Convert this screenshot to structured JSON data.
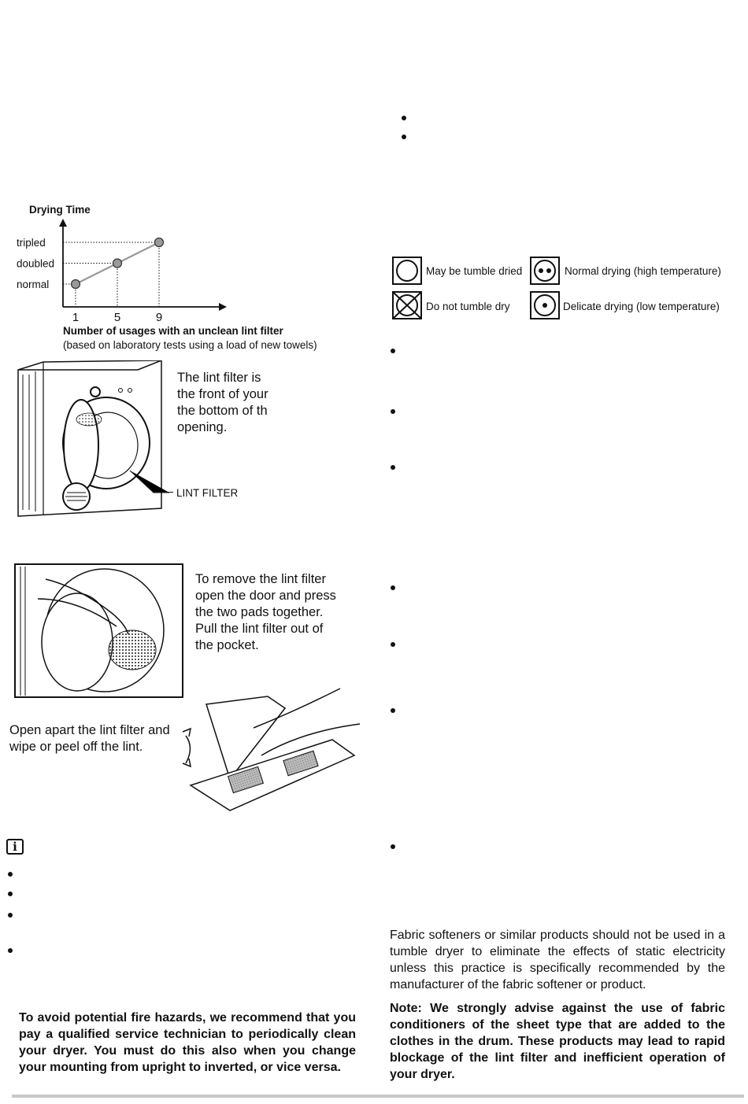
{
  "chart": {
    "title": "Drying Time",
    "xlabel": "Number of usages with an unclean lint filter",
    "note": "(based on laboratory tests using a load of new towels)"
  },
  "chart_data": {
    "type": "line",
    "title": "Drying Time",
    "xlabel": "Number of usages with an unclean lint filter",
    "ylabel": "Drying Time",
    "x": [
      1,
      5,
      9
    ],
    "y_categories": [
      "normal",
      "doubled",
      "tripled"
    ],
    "series": [
      {
        "values": [
          "normal",
          "doubled",
          "tripled"
        ]
      }
    ],
    "x_ticks": [
      "1",
      "5",
      "9"
    ],
    "grid": false
  },
  "figures": {
    "dryer_text": [
      "The lint filter is",
      "the front of your",
      "the bottom of th",
      "opening."
    ],
    "lint_filter_label": "LINT FILTER",
    "remove_text": [
      "To remove the lint filter",
      "open the door and press",
      "the two pads together.",
      "Pull the lint filter out of",
      "the pocket."
    ],
    "open_text": [
      "Open apart the lint filter and",
      "wipe or peel off the lint."
    ]
  },
  "symbols": {
    "may": "May be tumble dried",
    "normal": "Normal drying (high temperature)",
    "not": "Do not tumble dry",
    "delicate": "Delicate drying (low temperature)"
  },
  "info_icon": "i",
  "warning": "To avoid potential fire hazards, we recommend that you pay a qualified service technician to periodically clean your dryer. You must do this also when you change your mounting from upright to inverted, or vice versa.",
  "fabric_softener": "Fabric softeners or similar products should not be used in a tumble dryer to eliminate the effects of static electricity unless this practice is specifically recommended by the manufacturer of the fabric softener or product.",
  "note": "Note: We strongly advise against the use of fabric conditioners of the sheet type that are added to the clothes in the drum. These products may lead to rapid blockage of the lint filter and inefficient operation of your dryer."
}
